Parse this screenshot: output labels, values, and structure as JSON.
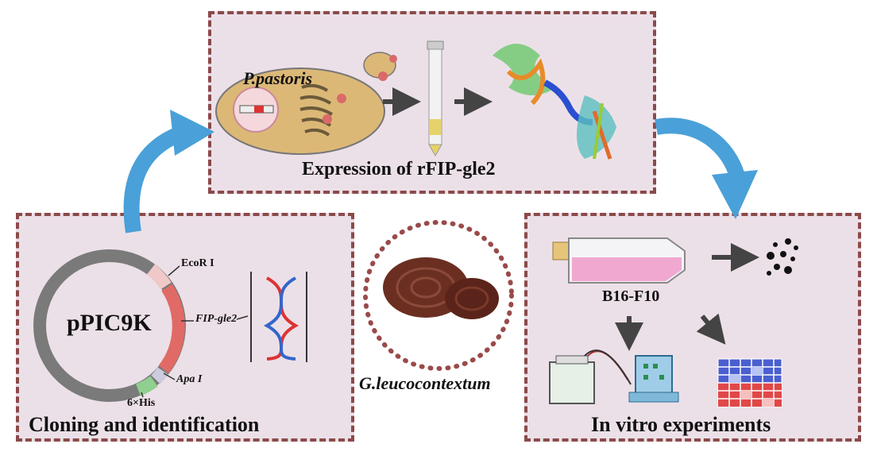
{
  "panels": {
    "expression": {
      "title": "Expression of rFIP-gle2",
      "host": "P.pastoris"
    },
    "cloning": {
      "title": "Cloning and identification",
      "plasmid": "pPIC9K",
      "sites": [
        "EcoR I",
        "FIP-gle2",
        "Apa I",
        "6×His"
      ]
    },
    "source": {
      "organism": "G.leucocontextum"
    },
    "vitro": {
      "title": "In vitro experiments",
      "cell_line": "B16-F10"
    }
  },
  "colors": {
    "panel_bg": "#ece0e8",
    "panel_border": "#8b4a4a",
    "yeast_cell": "#dcb877",
    "arrow_blue": "#4aa0d8",
    "arrow_dark": "#444444",
    "insert_red": "#e06a66",
    "tag_green": "#8fcf8f",
    "plasmid_gray": "#7a7a7a"
  },
  "icons": [
    "yeast-cell-icon",
    "tube-icon",
    "protein-structure-icon",
    "dna-helix-icon",
    "mushroom-icon",
    "flask-icon",
    "cell-dots-icon",
    "electrophoresis-icon",
    "blot-icon",
    "heatmap-icon"
  ]
}
